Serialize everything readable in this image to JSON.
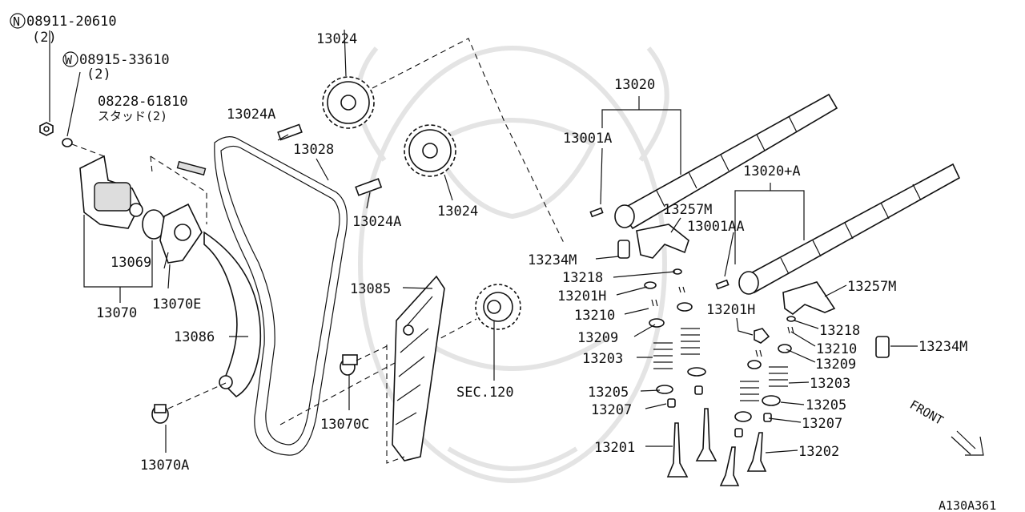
{
  "callouts": [
    {
      "key": "n_08911",
      "prefix": "N",
      "text": "08911-20610"
    },
    {
      "key": "n_08911_qty",
      "text": "(2)"
    },
    {
      "key": "w_08915",
      "prefix": "W",
      "text": "08915-33610"
    },
    {
      "key": "w_08915_qty",
      "text": "(2)"
    },
    {
      "key": "p_08228",
      "text": "08228-61810"
    },
    {
      "key": "p_08228_sub",
      "text": "スタッド(2)"
    },
    {
      "key": "p_13024_top",
      "text": "13024"
    },
    {
      "key": "p_13024a_1",
      "text": "13024A"
    },
    {
      "key": "p_13028",
      "text": "13028"
    },
    {
      "key": "p_13024a_2",
      "text": "13024A"
    },
    {
      "key": "p_13024_2",
      "text": "13024"
    },
    {
      "key": "p_13069",
      "text": "13069"
    },
    {
      "key": "p_13070",
      "text": "13070"
    },
    {
      "key": "p_13070e",
      "text": "13070E"
    },
    {
      "key": "p_13086",
      "text": "13086"
    },
    {
      "key": "p_13085",
      "text": "13085"
    },
    {
      "key": "p_13070c",
      "text": "13070C"
    },
    {
      "key": "p_13070a",
      "text": "13070A"
    },
    {
      "key": "p_sec120",
      "text": "SEC.120"
    },
    {
      "key": "p_13020",
      "text": "13020"
    },
    {
      "key": "p_13001a",
      "text": "13001A"
    },
    {
      "key": "p_13020a",
      "text": "13020+A"
    },
    {
      "key": "p_13257m_1",
      "text": "13257M"
    },
    {
      "key": "p_13001aa",
      "text": "13001AA"
    },
    {
      "key": "p_13234m_1",
      "text": "13234M"
    },
    {
      "key": "p_13218_1",
      "text": "13218"
    },
    {
      "key": "p_13201h_1",
      "text": "13201H"
    },
    {
      "key": "p_13210_1",
      "text": "13210"
    },
    {
      "key": "p_13209_1",
      "text": "13209"
    },
    {
      "key": "p_13203_1",
      "text": "13203"
    },
    {
      "key": "p_13205_1",
      "text": "13205"
    },
    {
      "key": "p_13207_1",
      "text": "13207"
    },
    {
      "key": "p_13201",
      "text": "13201"
    },
    {
      "key": "p_13257m_2",
      "text": "13257M"
    },
    {
      "key": "p_13201h_2",
      "text": "13201H"
    },
    {
      "key": "p_13218_2",
      "text": "13218"
    },
    {
      "key": "p_13210_2",
      "text": "13210"
    },
    {
      "key": "p_13209_2",
      "text": "13209"
    },
    {
      "key": "p_13234m_2",
      "text": "13234M"
    },
    {
      "key": "p_13203_2",
      "text": "13203"
    },
    {
      "key": "p_13205_2",
      "text": "13205"
    },
    {
      "key": "p_13207_2",
      "text": "13207"
    },
    {
      "key": "p_13202",
      "text": "13202"
    }
  ],
  "front_label": "FRONT",
  "figure_id": "A130A361"
}
